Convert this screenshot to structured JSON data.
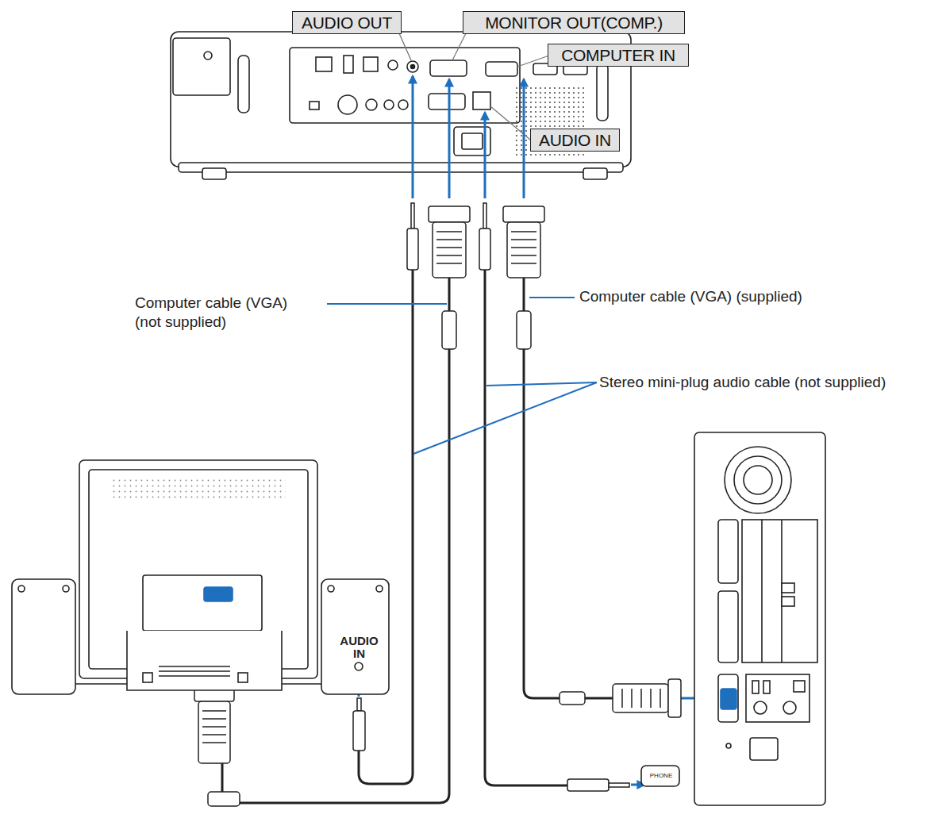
{
  "diagram": {
    "nodes": [
      {
        "text": [
          "AUDIO OUT"
        ]
      },
      {
        "text": [
          "MONITOR OUT(COMP.)"
        ]
      },
      {
        "text": [
          "COMPUTER IN"
        ]
      },
      {
        "text": [
          "AUDIO IN"
        ]
      }
    ],
    "labels": [
      "Computer cable (VGA) (not supplied)",
      "Computer cable (VGA) (supplied)",
      "Stereo mini-plug audio cable (not supplied)",
      "AUDIO IN",
      "PHONE"
    ]
  }
}
